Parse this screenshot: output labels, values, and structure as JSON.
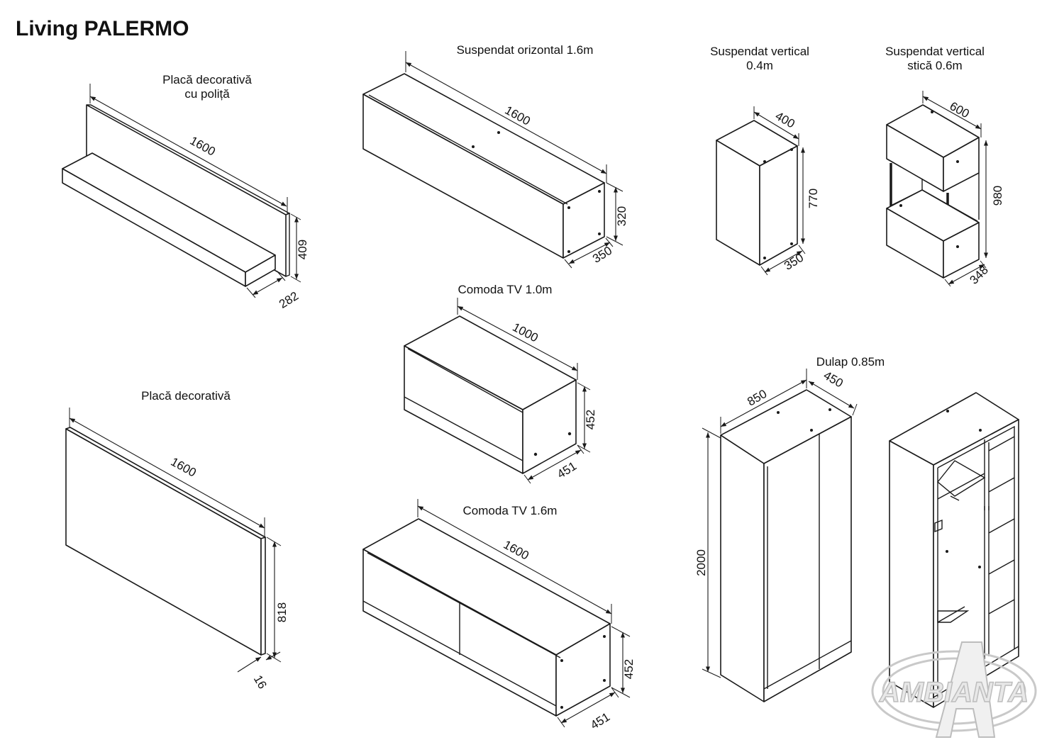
{
  "title": "Living PALERMO",
  "items": {
    "placa_polita": {
      "label_line1": "Placă decorativă",
      "label_line2": "cu poliță",
      "width": "1600",
      "height": "409",
      "depth": "282"
    },
    "placa": {
      "label": "Placă decorativă",
      "width": "1600",
      "height": "818",
      "depth": "16"
    },
    "susp_oriz": {
      "label": "Suspendat orizontal 1.6m",
      "width": "1600",
      "height": "320",
      "depth": "350"
    },
    "comoda1": {
      "label": "Comoda TV 1.0m",
      "width": "1000",
      "height": "452",
      "depth": "451"
    },
    "comoda16": {
      "label": "Comoda TV 1.6m",
      "width": "1600",
      "height": "452",
      "depth": "451"
    },
    "susp_vert": {
      "label_line1": "Suspendat vertical",
      "label_line2": "0.4m",
      "width": "400",
      "height": "770",
      "depth": "350"
    },
    "susp_vert_sticla": {
      "label_line1": "Suspendat vertical",
      "label_line2": "stică 0.6m",
      "width": "600",
      "height": "980",
      "depth": "348"
    },
    "dulap": {
      "label": "Dulap 0.85m",
      "width": "850",
      "depth": "450",
      "height": "2000"
    }
  },
  "watermark": {
    "text": "AMBIANTA"
  }
}
